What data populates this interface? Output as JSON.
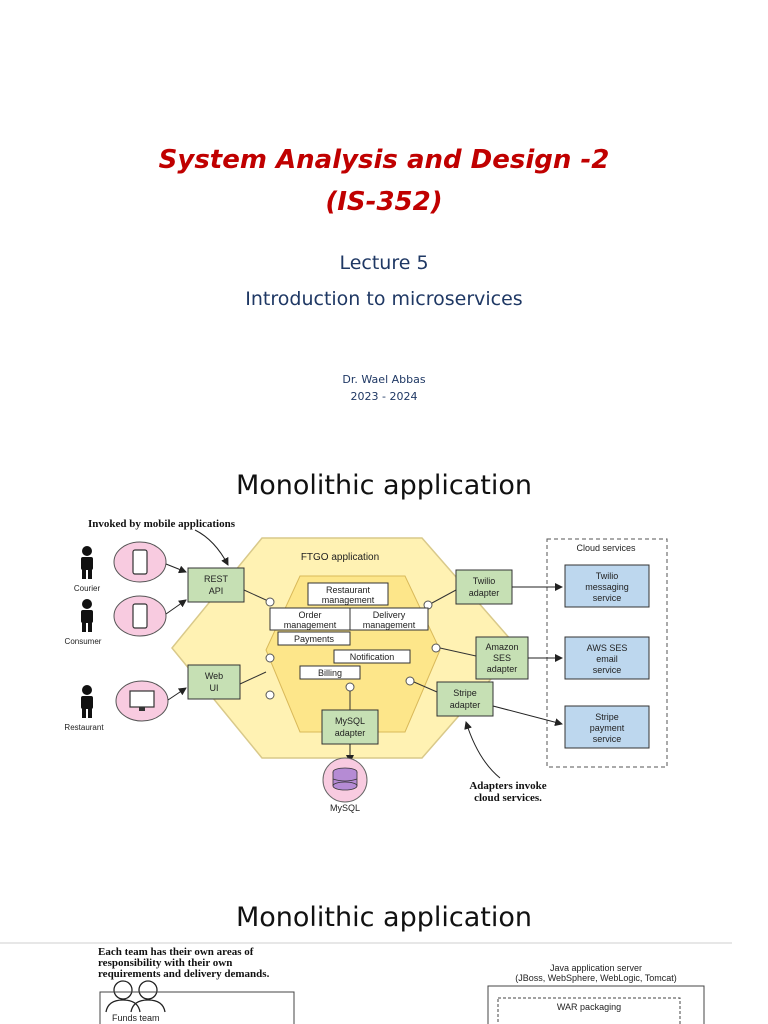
{
  "title_slide": {
    "title_line1": "System Analysis and Design -2",
    "title_line2": "(IS-352)",
    "lecture": "Lecture 5",
    "topic": "Introduction to microservices",
    "author": "Dr. Wael Abbas",
    "year": "2023 - 2024"
  },
  "slide2": {
    "heading": "Monolithic application",
    "diagram": {
      "invoked_note": "Invoked by mobile applications",
      "actors": [
        "Courier",
        "Consumer",
        "Restaurant"
      ],
      "app_name": "FTGO application",
      "rest_api": [
        "REST",
        "API"
      ],
      "web_ui": [
        "Web",
        "UI"
      ],
      "modules": {
        "restaurant": [
          "Restaurant",
          "management"
        ],
        "order": [
          "Order",
          "management"
        ],
        "delivery": [
          "Delivery",
          "management"
        ],
        "payments": "Payments",
        "notification": "Notification",
        "billing": "Billing"
      },
      "twilio_adapter": [
        "Twilio",
        "adapter"
      ],
      "ses_adapter": [
        "Amazon",
        "SES",
        "adapter"
      ],
      "stripe_adapter": [
        "Stripe",
        "adapter"
      ],
      "mysql_adapter": [
        "MySQL",
        "adapter"
      ],
      "mysql": "MySQL",
      "cloud_title": "Cloud services",
      "twilio_service": [
        "Twilio",
        "messaging",
        "service"
      ],
      "ses_service": [
        "AWS SES",
        "email",
        "service"
      ],
      "stripe_service": [
        "Stripe",
        "payment",
        "service"
      ],
      "adapters_note": [
        "Adapters invoke",
        "cloud services."
      ]
    }
  },
  "slide3": {
    "heading": "Monolithic application",
    "note": [
      "Each team has their own areas of",
      "responsibility with their own",
      "requirements and delivery demands."
    ],
    "funds_team": "Funds team",
    "server_title": [
      "Java application server",
      "(JBoss, WebSphere, WebLogic, Tomcat)"
    ],
    "war_label": "WAR packaging"
  },
  "colors": {
    "title_red": "#c00000",
    "subtitle_blue": "#1f3864",
    "green_box": "#c6e0b4",
    "blue_box": "#bdd7ee",
    "hexagon": "#fff2b3",
    "device_pink": "#f8cbe0"
  }
}
